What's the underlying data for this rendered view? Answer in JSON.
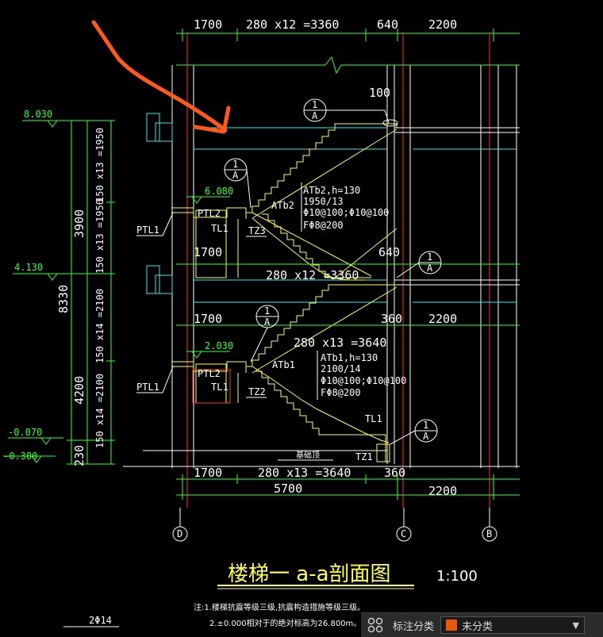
{
  "drawing": {
    "top_dims": [
      "1700",
      "280 x12 =3360",
      "640",
      "2200"
    ],
    "mid_dims": [
      "1700",
      "280 x12 =3360",
      "640"
    ],
    "mid2_dims": [
      "1700",
      "360",
      "2200"
    ],
    "flight_label_upper": "280 x13 =3640",
    "bot_dims": [
      "1700",
      "280 x13 =3640",
      "360",
      "2200"
    ],
    "total_dim": "5700",
    "landing_dim": "100",
    "elevations": [
      "8.030",
      "4.130",
      "-0.070",
      "-0.300"
    ],
    "landing_elevations": [
      "6.080",
      "2.030"
    ],
    "left_dims": [
      "3900",
      "4200",
      "8330",
      "230",
      "150 x13 =1950",
      "150 x13 =1950",
      "150 x14 =2100",
      "150 x14 =2100"
    ],
    "atb2": [
      "ATb2,h=130",
      "1950/13",
      "Φ10@100;Φ10@100",
      "FΦ8@200"
    ],
    "atb1": [
      "ATb1,h=130",
      "2100/14",
      "Φ10@100;Φ10@100",
      "FΦ8@200"
    ],
    "members": {
      "atb2": "ATb2",
      "atb1": "ATb1",
      "ptl1": "PTL1",
      "ptl2": "PTL2",
      "tl1": "TL1",
      "tz1": "TZ1",
      "tz2": "TZ2",
      "tz3": "TZ3"
    },
    "section_mark": {
      "num": "1",
      "sheet": "A"
    },
    "foundation": "基础顶",
    "axes": [
      "D",
      "C",
      "B"
    ],
    "title": "楼梯一  a-a剖面图",
    "scale": "1:100",
    "note1": "注:1.楼梯抗震等级三级,抗震构造措施等级三级。",
    "note2": "2.±0.000相对于的绝对标高为26.800m。",
    "rebar_label": "2Φ14"
  },
  "statusbar": {
    "category_label": "标注分类",
    "category_value": "未分类",
    "swatch_color": "#e8580c"
  },
  "colors": {
    "accent_arrow": "#ff5a1e"
  }
}
